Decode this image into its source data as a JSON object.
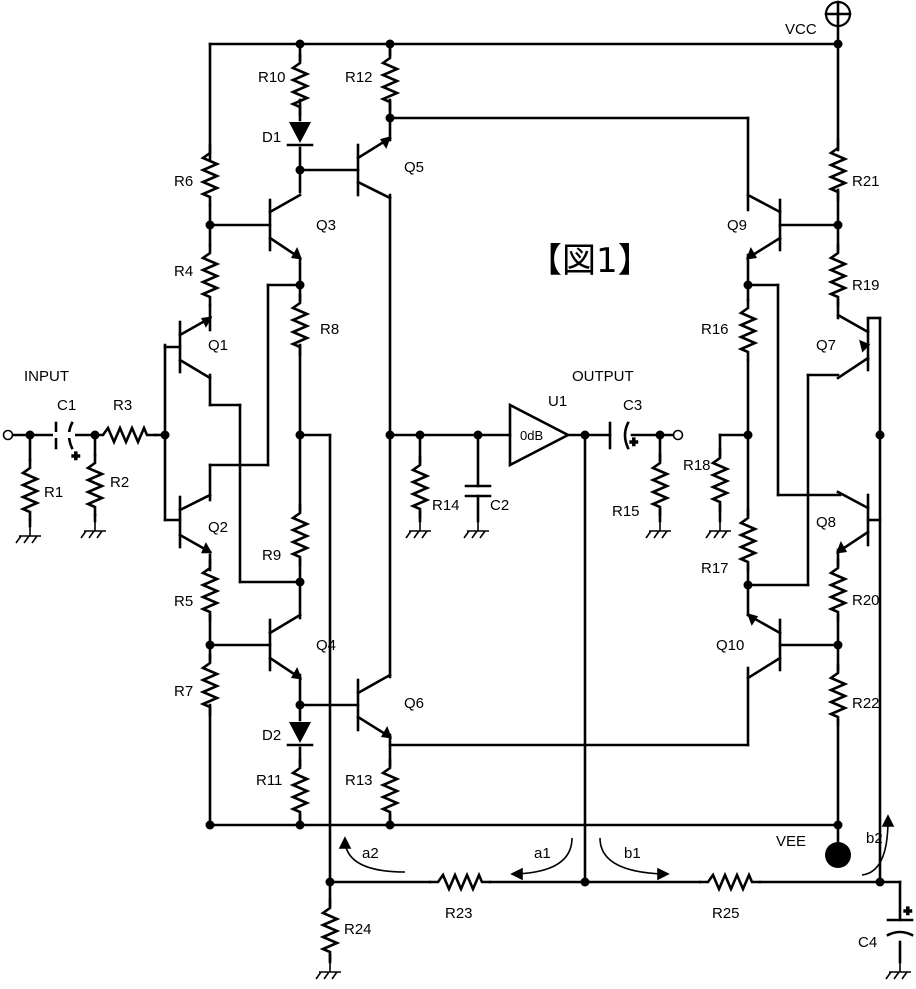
{
  "title": "【図1】",
  "labels": {
    "vcc": "VCC",
    "vee": "VEE",
    "input": "INPUT",
    "output": "OUTPUT",
    "u1": "U1",
    "u1_gain": "0dB",
    "a1": "a1",
    "a2": "a2",
    "b1": "b1",
    "b2": "b2"
  },
  "components": {
    "resistors": [
      "R1",
      "R2",
      "R3",
      "R4",
      "R5",
      "R6",
      "R7",
      "R8",
      "R9",
      "R10",
      "R11",
      "R12",
      "R13",
      "R14",
      "R15",
      "R16",
      "R17",
      "R18",
      "R19",
      "R20",
      "R21",
      "R22",
      "R23",
      "R24",
      "R25"
    ],
    "transistors": [
      "Q1",
      "Q2",
      "Q3",
      "Q4",
      "Q5",
      "Q6",
      "Q7",
      "Q8",
      "Q9",
      "Q10"
    ],
    "diodes": [
      "D1",
      "D2"
    ],
    "capacitors": [
      "C1",
      "C2",
      "C3",
      "C4"
    ]
  },
  "colors": {
    "ink": "#000000",
    "background": "#ffffff"
  }
}
